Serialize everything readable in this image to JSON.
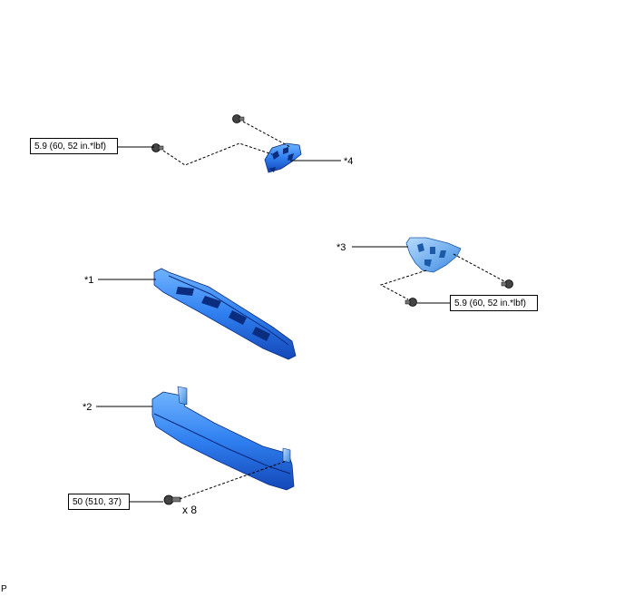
{
  "callouts": {
    "part1": "*1",
    "part2": "*2",
    "part3": "*3",
    "part4": "*4"
  },
  "torque": {
    "upper_bracket": "5.9 (60, 52 in.*lbf)",
    "right_bracket": "5.9 (60, 52 in.*lbf)",
    "reinforcement": "50 (510, 37)"
  },
  "quantity": "x 8",
  "figure_code": "P",
  "colors": {
    "part_fill": "#2f7ff0",
    "part_light": "#6fb3ff",
    "part_dark": "#1447b8",
    "bracket3_fill": "#5fa8e8",
    "line": "#000000"
  },
  "icons": [
    "bolt-icon",
    "bolt-icon",
    "bolt-icon",
    "bolt-icon",
    "bolt-icon"
  ]
}
